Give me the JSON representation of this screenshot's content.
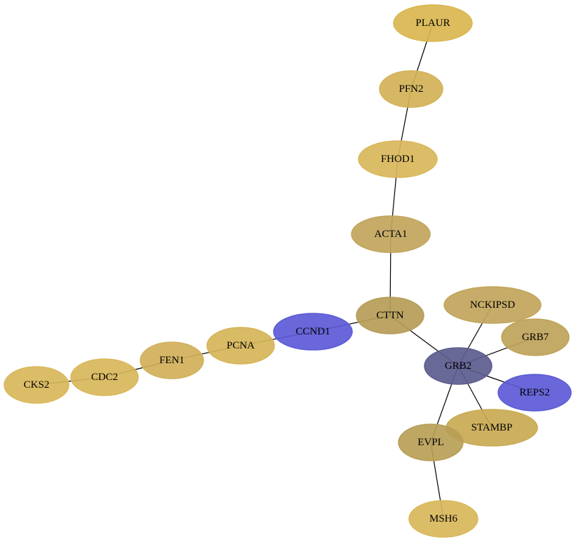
{
  "nodes": {
    "plaur": {
      "label": "PLAUR",
      "color": "#d9b64f"
    },
    "pfn2": {
      "label": "PFN2",
      "color": "#d3b257"
    },
    "fhod1": {
      "label": "FHOD1",
      "color": "#d9b75a"
    },
    "acta1": {
      "label": "ACTA1",
      "color": "#c2a55c"
    },
    "cttn": {
      "label": "CTTN",
      "color": "#b69c57"
    },
    "nckipsd": {
      "label": "NCKIPSD",
      "color": "#c2a55c"
    },
    "grb7": {
      "label": "GRB7",
      "color": "#bfa35a"
    },
    "grb2": {
      "label": "GRB2",
      "color": "#5c5c8f"
    },
    "reps2": {
      "label": "REPS2",
      "color": "#5c5ad6"
    },
    "stambp": {
      "label": "STAMBP",
      "color": "#c9aa53"
    },
    "evpl": {
      "label": "EVPL",
      "color": "#b89e56"
    },
    "msh6": {
      "label": "MSH6",
      "color": "#d9b75a"
    },
    "ccnd1": {
      "label": "CCND1",
      "color": "#5c5ad6"
    },
    "pcna": {
      "label": "PCNA",
      "color": "#d6b558"
    },
    "fen1": {
      "label": "FEN1",
      "color": "#d1b05a"
    },
    "cdc2": {
      "label": "CDC2",
      "color": "#d9b75a"
    },
    "cks2": {
      "label": "CKS2",
      "color": "#d9b75a"
    }
  },
  "edges": [
    [
      "plaur",
      "pfn2"
    ],
    [
      "pfn2",
      "fhod1"
    ],
    [
      "fhod1",
      "acta1"
    ],
    [
      "acta1",
      "cttn"
    ],
    [
      "cttn",
      "ccnd1"
    ],
    [
      "cttn",
      "grb2"
    ],
    [
      "ccnd1",
      "pcna"
    ],
    [
      "pcna",
      "fen1"
    ],
    [
      "fen1",
      "cdc2"
    ],
    [
      "cdc2",
      "cks2"
    ],
    [
      "grb2",
      "nckipsd"
    ],
    [
      "grb2",
      "grb7"
    ],
    [
      "grb2",
      "reps2"
    ],
    [
      "grb2",
      "stambp"
    ],
    [
      "grb2",
      "evpl"
    ],
    [
      "evpl",
      "msh6"
    ]
  ]
}
